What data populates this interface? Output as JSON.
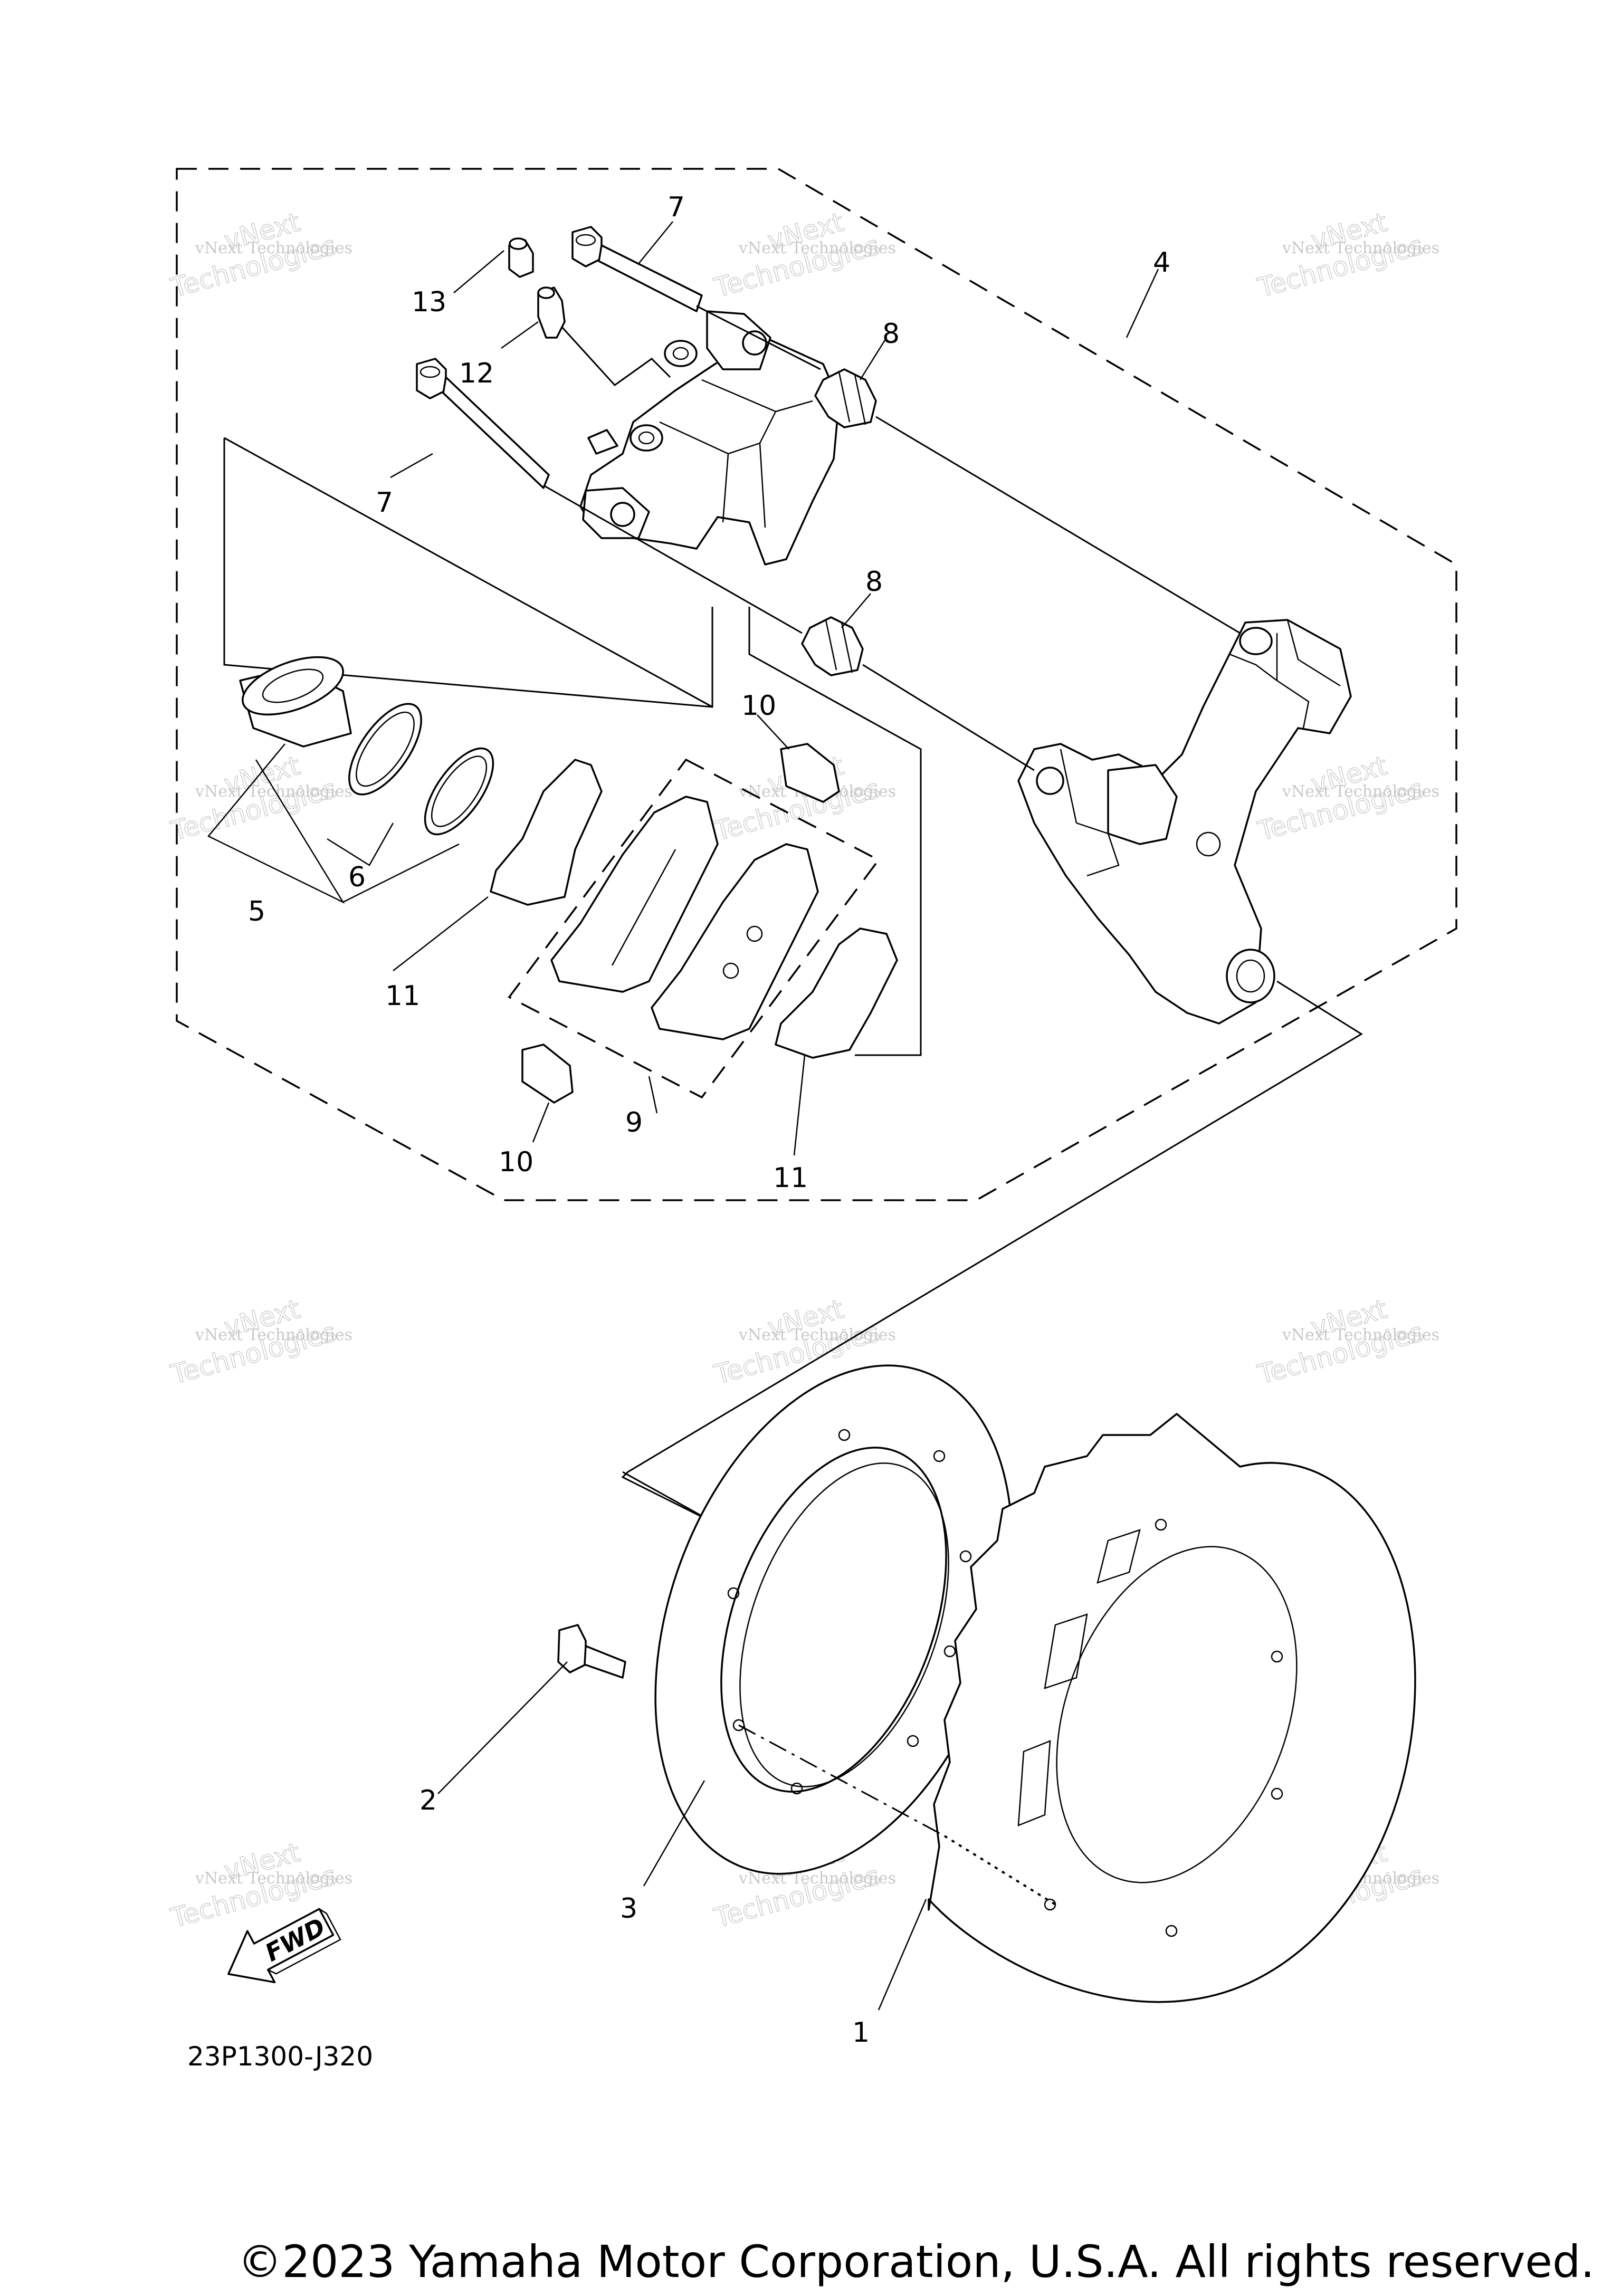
{
  "diagram": {
    "drawing_code": "23P1300-J320",
    "fwd_label": "FWD",
    "callouts": [
      {
        "id": "c1",
        "label": "1"
      },
      {
        "id": "c2",
        "label": "2"
      },
      {
        "id": "c3",
        "label": "3"
      },
      {
        "id": "c4",
        "label": "4"
      },
      {
        "id": "c5",
        "label": "5"
      },
      {
        "id": "c6",
        "label": "6"
      },
      {
        "id": "c7a",
        "label": "7"
      },
      {
        "id": "c7b",
        "label": "7"
      },
      {
        "id": "c8a",
        "label": "8"
      },
      {
        "id": "c8b",
        "label": "8"
      },
      {
        "id": "c9",
        "label": "9"
      },
      {
        "id": "c10a",
        "label": "10"
      },
      {
        "id": "c10b",
        "label": "10"
      },
      {
        "id": "c11a",
        "label": "11"
      },
      {
        "id": "c11b",
        "label": "11"
      },
      {
        "id": "c12",
        "label": "12"
      },
      {
        "id": "c13",
        "label": "13"
      }
    ],
    "watermark": {
      "line1": "vNext Technologies",
      "line2": "Technologies",
      "line3": "vNext"
    }
  },
  "footer": {
    "copyright": "©2023 Yamaha Motor Corporation, U.S.A. All rights reserved."
  }
}
